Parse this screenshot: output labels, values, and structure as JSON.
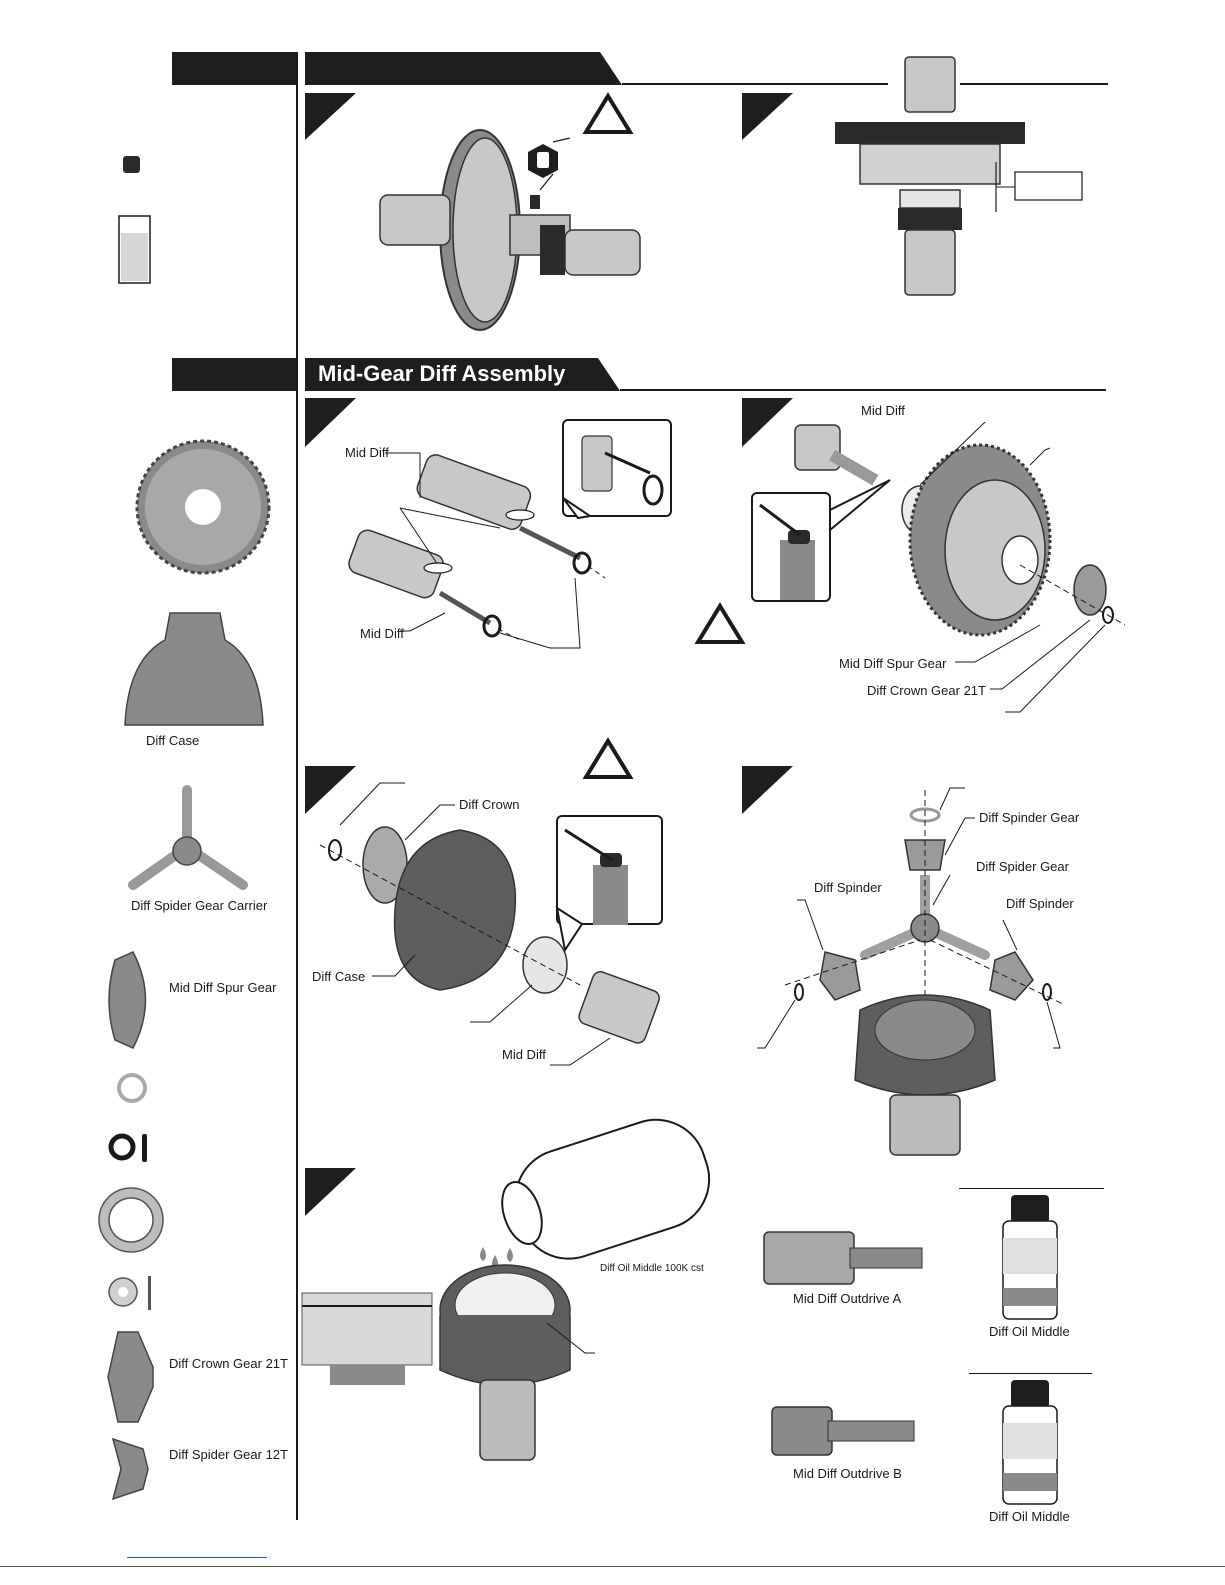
{
  "section": {
    "title": "Mid-Gear Diff Assembly"
  },
  "callouts": {
    "mid_diff_1": "Mid Diff",
    "mid_diff_2": "Mid Diff",
    "mid_diff_3": "Mid Diff",
    "mid_diff_4": "Mid Diff",
    "mid_diff_spur_gear": "Mid Diff Spur Gear",
    "diff_crown_gear_21t": "Diff Crown Gear 21T",
    "diff_crown": "Diff Crown",
    "diff_case": "Diff Case",
    "diff_spinder_gear": "Diff Spinder Gear",
    "diff_spider_gear": "Diff Spider Gear",
    "diff_spinder_left": "Diff Spinder",
    "diff_spinder_right": "Diff Spinder",
    "diff_oil_middle_100k": "Diff Oil Middle 100K cst"
  },
  "parts_sidebar": {
    "diff_case": "Diff Case",
    "diff_spider_gear_carrier": "Diff Spider Gear Carrier",
    "mid_diff_spur_gear": "Mid Diff Spur Gear",
    "diff_crown_gear_21t": "Diff Crown Gear 21T",
    "diff_spider_gear_12t": "Diff Spider Gear 12T"
  },
  "parts_bottom": {
    "outdrive_a": "Mid Diff Outdrive A",
    "outdrive_b": "Mid Diff Outdrive B",
    "oil_1": "Diff Oil Middle",
    "oil_2": "Diff Oil Middle"
  },
  "colors": {
    "header_dark": "#1e1e1e",
    "part_gray": "#8a8a8a",
    "part_light": "#d6d6d6",
    "ink": "#1a1a1a"
  }
}
